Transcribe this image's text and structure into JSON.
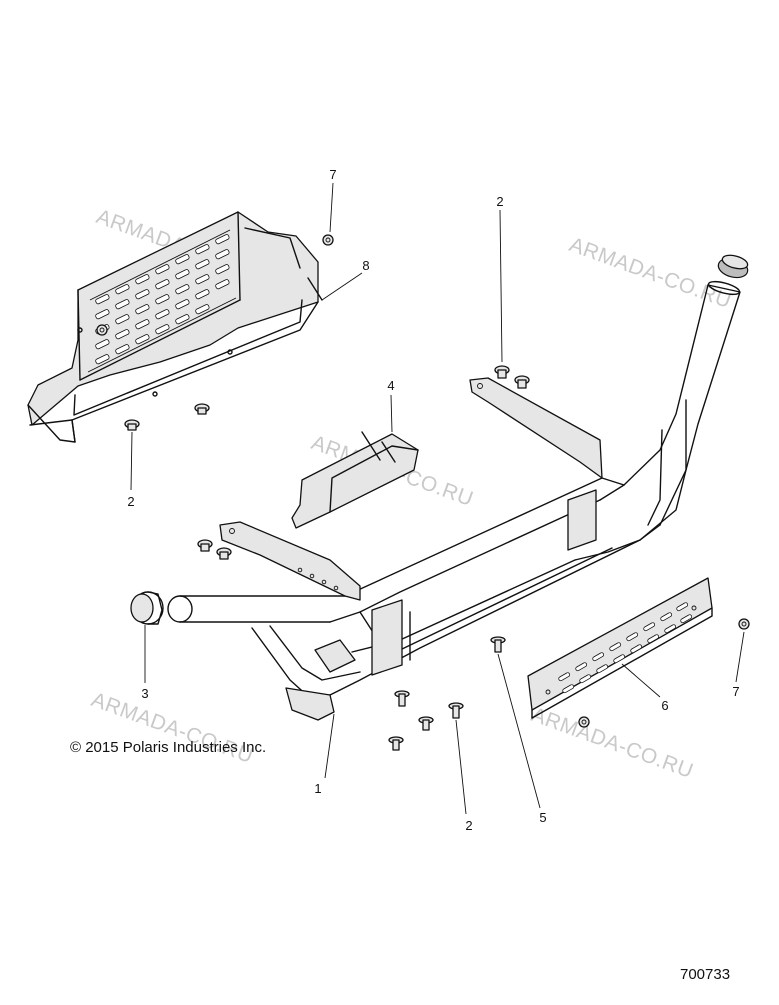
{
  "watermarks": [
    "ARMADA-CO.RU",
    "ARMADA-CO.RU",
    "ARMADA-CO.RU",
    "ARMADA-CO.RU",
    "ARMADA-CO.RU"
  ],
  "callouts": {
    "c1": "1",
    "c2a": "2",
    "c2b": "2",
    "c2c": "2",
    "c3": "3",
    "c4": "4",
    "c5": "5",
    "c6": "6",
    "c7a": "7",
    "c7b": "7",
    "c8": "8"
  },
  "copyright": "© 2015 Polaris Industries Inc.",
  "figure_number": "700733"
}
